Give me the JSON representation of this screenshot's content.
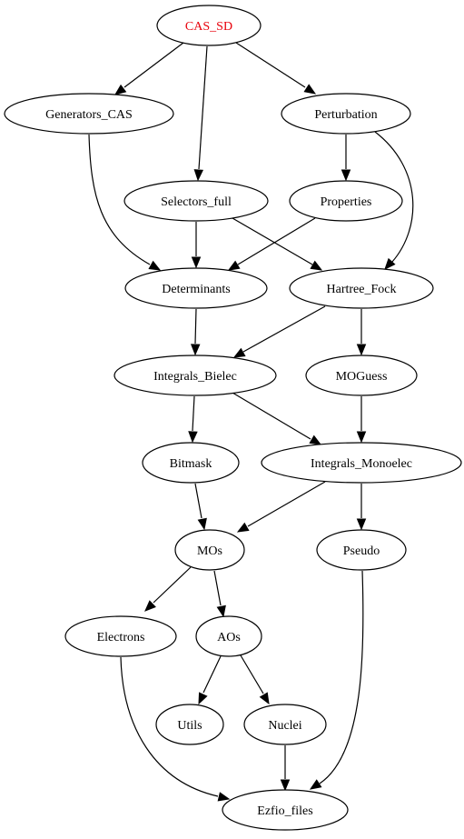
{
  "graph": {
    "nodes": [
      {
        "id": "cas_sd",
        "label": "CAS_SD",
        "color": "#e8000b"
      },
      {
        "id": "generators_cas",
        "label": "Generators_CAS"
      },
      {
        "id": "perturbation",
        "label": "Perturbation"
      },
      {
        "id": "selectors_full",
        "label": "Selectors_full"
      },
      {
        "id": "properties",
        "label": "Properties"
      },
      {
        "id": "determinants",
        "label": "Determinants"
      },
      {
        "id": "hartree_fock",
        "label": "Hartree_Fock"
      },
      {
        "id": "integrals_bielec",
        "label": "Integrals_Bielec"
      },
      {
        "id": "moguess",
        "label": "MOGuess"
      },
      {
        "id": "bitmask",
        "label": "Bitmask"
      },
      {
        "id": "integrals_monoelec",
        "label": "Integrals_Monoelec"
      },
      {
        "id": "mos",
        "label": "MOs"
      },
      {
        "id": "pseudo",
        "label": "Pseudo"
      },
      {
        "id": "electrons",
        "label": "Electrons"
      },
      {
        "id": "aos",
        "label": "AOs"
      },
      {
        "id": "utils",
        "label": "Utils"
      },
      {
        "id": "nuclei",
        "label": "Nuclei"
      },
      {
        "id": "ezfio_files",
        "label": "Ezfio_files"
      }
    ],
    "edges": [
      {
        "from": "cas_sd",
        "to": "generators_cas"
      },
      {
        "from": "cas_sd",
        "to": "selectors_full"
      },
      {
        "from": "cas_sd",
        "to": "perturbation"
      },
      {
        "from": "generators_cas",
        "to": "determinants"
      },
      {
        "from": "perturbation",
        "to": "properties"
      },
      {
        "from": "perturbation",
        "to": "hartree_fock"
      },
      {
        "from": "selectors_full",
        "to": "determinants"
      },
      {
        "from": "selectors_full",
        "to": "hartree_fock"
      },
      {
        "from": "properties",
        "to": "determinants"
      },
      {
        "from": "determinants",
        "to": "integrals_bielec"
      },
      {
        "from": "hartree_fock",
        "to": "integrals_bielec"
      },
      {
        "from": "hartree_fock",
        "to": "moguess"
      },
      {
        "from": "integrals_bielec",
        "to": "bitmask"
      },
      {
        "from": "integrals_bielec",
        "to": "integrals_monoelec"
      },
      {
        "from": "moguess",
        "to": "integrals_monoelec"
      },
      {
        "from": "bitmask",
        "to": "mos"
      },
      {
        "from": "integrals_monoelec",
        "to": "mos"
      },
      {
        "from": "integrals_monoelec",
        "to": "pseudo"
      },
      {
        "from": "mos",
        "to": "electrons"
      },
      {
        "from": "mos",
        "to": "aos"
      },
      {
        "from": "aos",
        "to": "utils"
      },
      {
        "from": "aos",
        "to": "nuclei"
      },
      {
        "from": "electrons",
        "to": "ezfio_files"
      },
      {
        "from": "nuclei",
        "to": "ezfio_files"
      },
      {
        "from": "pseudo",
        "to": "ezfio_files"
      }
    ]
  }
}
